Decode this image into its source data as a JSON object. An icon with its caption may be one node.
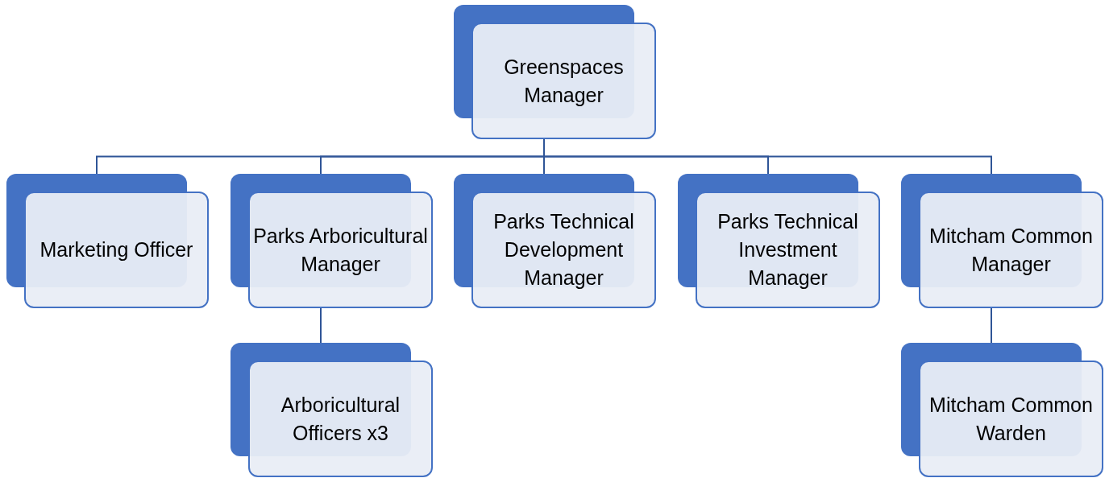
{
  "diagram": {
    "nodes": [
      {
        "text": [
          "Greenspaces Manager"
        ]
      },
      {
        "text": [
          "Marketing Officer"
        ]
      },
      {
        "text": [
          "Parks Arboricultural Manager"
        ]
      },
      {
        "text": [
          "Parks Technical Development Manager"
        ]
      },
      {
        "text": [
          "Parks Technical Investment Manager"
        ]
      },
      {
        "text": [
          "Mitcham Common Manager"
        ]
      },
      {
        "text": [
          "Arboricultural Officers x3"
        ]
      },
      {
        "text": [
          "Mitcham Common Warden"
        ]
      }
    ],
    "edges": [
      {
        "from": 0,
        "to": 1,
        "arrow": "none"
      },
      {
        "from": 0,
        "to": 2,
        "arrow": "none"
      },
      {
        "from": 0,
        "to": 3,
        "arrow": "none"
      },
      {
        "from": 0,
        "to": 4,
        "arrow": "none"
      },
      {
        "from": 0,
        "to": 5,
        "arrow": "none"
      },
      {
        "from": 2,
        "to": 6,
        "arrow": "none"
      },
      {
        "from": 5,
        "to": 7,
        "arrow": "none"
      }
    ]
  }
}
